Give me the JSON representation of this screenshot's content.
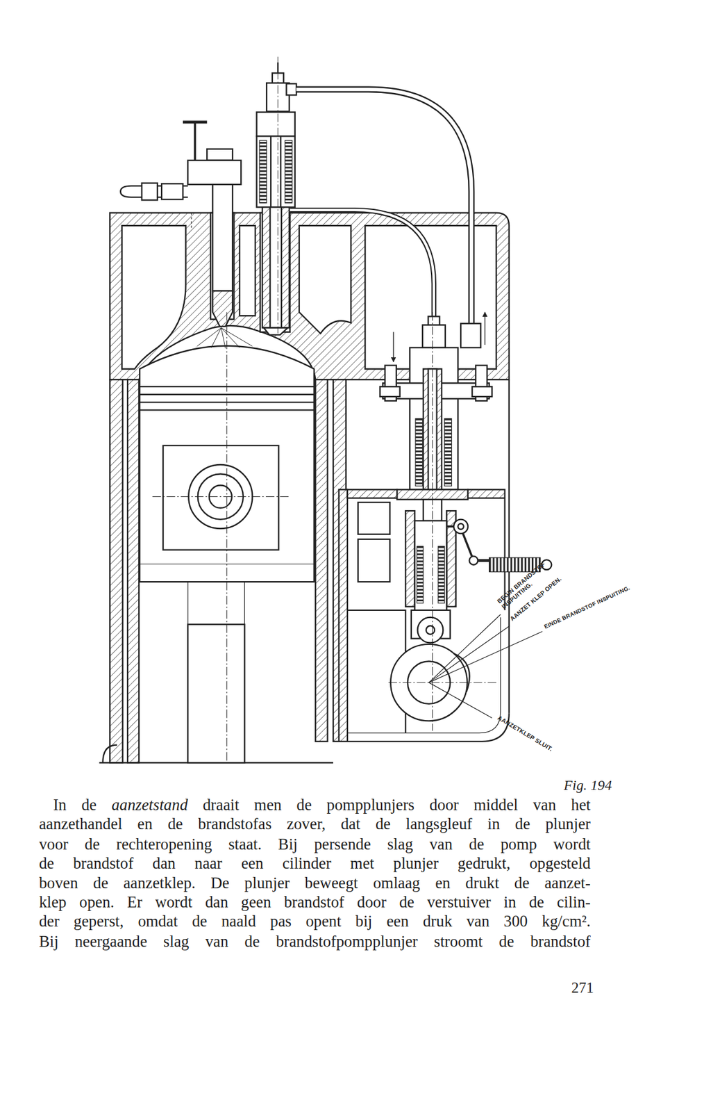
{
  "diagram": {
    "caption": "Fig. 194",
    "labels": [
      "BEGIN BRANDSTOF INSPUITING.",
      "AANZET KLEP OPEN.",
      "EINDE BRANDSTOF INSPUITING.",
      "AANZETKLEP SLUIT.",
      "In de",
      "aanzetstand",
      "draait men de pompplunjers door middel van het",
      "aanzethandel en de brandstofas zover, dat de langsgleuf in de plunjer",
      "voor de rechteropening staat. Bij persende slag van de pomp wordt",
      "de brandstof dan naar een cilinder met plunjer gedrukt, opgesteld",
      "boven de aanzetklep. De plunjer beweegt omlaag en drukt de aanzet-",
      "klep open. Er wordt dan geen brandstof door de verstuiver in de cilin-",
      "der geperst, omdat de naald pas opent bij een druk van 300 kg/cm².",
      "Bij neergaande slag van de brandstofpompplunjer stroomt de brandstof",
      "271"
    ]
  }
}
